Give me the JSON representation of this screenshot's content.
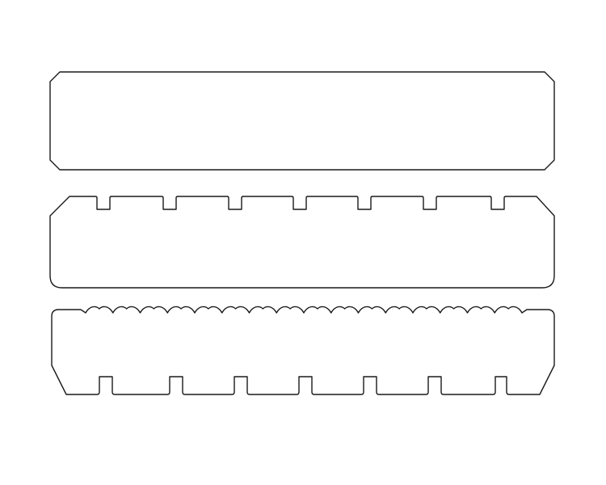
{
  "figure": {
    "colors": {
      "background": "#ffffff",
      "stroke": "#1a1a1a"
    },
    "profiles": [
      {
        "name": "plain-board",
        "top_edge": "flat",
        "bottom_edge": "flat",
        "corners": "chamfered"
      },
      {
        "name": "grooved-board",
        "top_edge": "grooves",
        "groove_count": 7,
        "bottom_edge": "flat",
        "corners": "chamfered-top-rounded-bottom"
      },
      {
        "name": "scalloped-board",
        "top_edge": "scallops",
        "scallop_count": 16,
        "bottom_edge": "grooves",
        "groove_count": 7,
        "corners": "chamfered-bottom"
      }
    ]
  }
}
